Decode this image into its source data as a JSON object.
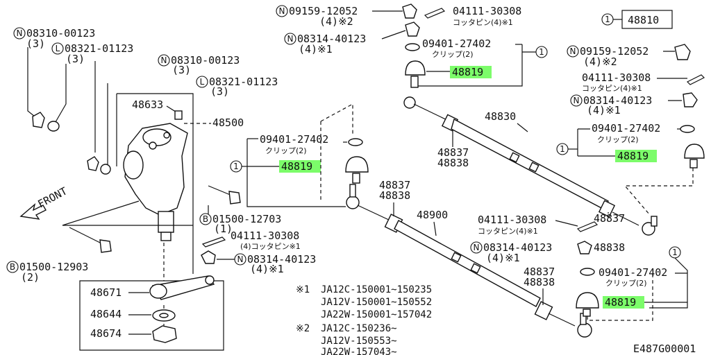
{
  "title_ref": {
    "index": "1",
    "part": "48810"
  },
  "footer_code": "E487G00001",
  "front_label": "FRONT",
  "labels": {
    "l_08310_a": "08310-00123",
    "l_08310_a_q": "(3)",
    "l_08321_a": "08321-01123",
    "l_08321_a_q": "(3)",
    "l_08310_b": "08310-00123",
    "l_08310_b_q": "(3)",
    "l_08321_b": "08321-01123",
    "l_08321_b_q": "(3)",
    "l_48633": "48633",
    "l_48500": "48500",
    "l_09159_top": "09159-12052",
    "l_09159_top_q": "(4)※2",
    "l_04111_top": "04111-30308",
    "l_04111_top_q": "コッタピン(4)※1",
    "l_08314_top": "08314-40123",
    "l_08314_top_q": "(4)※1",
    "l_09401_top": "09401-27402",
    "l_09401_top_q": "クリップ(2)",
    "l_48819_top": "48819",
    "l_09159_r": "09159-12052",
    "l_09159_r_q": "(4)※2",
    "l_04111_r": "04111-30308",
    "l_04111_r_q": "コッタピン(4)※1",
    "l_08314_r": "08314-40123",
    "l_08314_r_q": "(4)※1",
    "l_48830": "48830",
    "l_48837_a": "48837",
    "l_48838_a": "48838",
    "l_09401_r": "09401-27402",
    "l_09401_r_q": "クリップ(2)",
    "l_48819_r": "48819",
    "l_09401_mid": "09401-27402",
    "l_09401_mid_q": "クリップ(2)",
    "l_48819_mid": "48819",
    "l_48837_b": "48837",
    "l_48838_b": "48838",
    "l_48900": "48900",
    "l_01500_12703": "01500-12703",
    "l_01500_12703_q": "(1)",
    "l_04111_mid": "04111-30308",
    "l_04111_mid_q": "(4)コッタピン※1",
    "l_08314_mid": "08314-40123",
    "l_08314_mid_q": "(4)※1",
    "l_04111_low": "04111-30308",
    "l_04111_low_q": "コッタピン(4)※1",
    "l_48837_c": "48837",
    "l_48838_c": "48838",
    "l_08314_low": "08314-40123",
    "l_08314_low_q": "(4)※1",
    "l_48837_d": "48837",
    "l_48838_d": "48838",
    "l_09401_low": "09401-27402",
    "l_09401_low_q": "クリップ(2)",
    "l_48819_low": "48819",
    "l_01500_12903": "01500-12903",
    "l_01500_12903_q": "(2)",
    "l_48671": "48671",
    "l_48644": "48644",
    "l_48674": "48674"
  },
  "markers": {
    "N": "N",
    "L": "L",
    "B": "B",
    "one": "1"
  },
  "notes": {
    "mark1": "※1",
    "n1_line1": "JA12C-150001~150235",
    "n1_line2": "JA12V-150001~150552",
    "n1_line3": "JA22W-150001~157042",
    "mark2": "※2",
    "n2_line1": "JA12C-150236~",
    "n2_line2": "JA12V-150553~",
    "n2_line3": "JA22W-157043~"
  }
}
